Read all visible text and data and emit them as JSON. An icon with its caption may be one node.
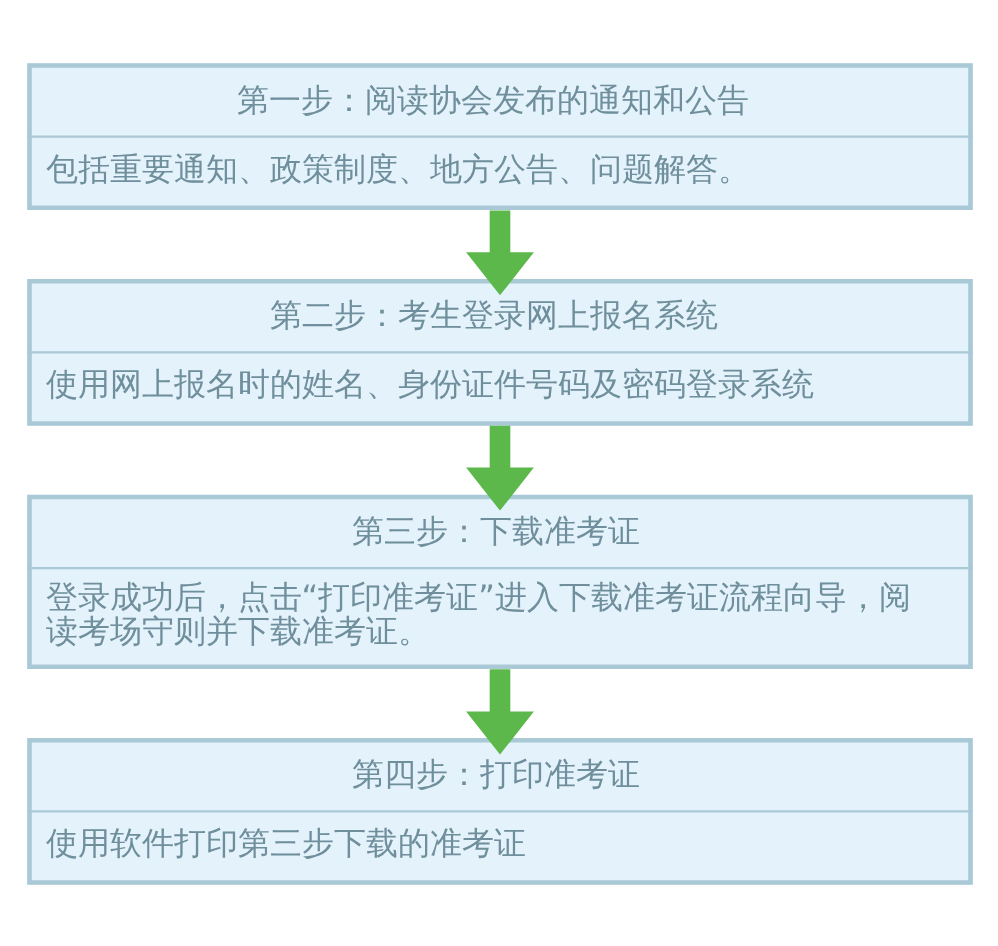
{
  "diagram": {
    "nodes": [
      {
        "text": [
          "第一步：阅读协会发布的通知和公告",
          "包括重要通知、政策制度、地方公告、问题解答。"
        ]
      },
      {
        "text": [
          "第二步：考生登录网上报名系统",
          "使用网上报名时的姓名、身份证件号码及密码登录系统"
        ]
      },
      {
        "text": [
          "第三步：下载准考证",
          "登录成功后，点击“打印准考证”进入下载准考证流程向导，阅读考场守则并下载准考证。"
        ]
      },
      {
        "text": [
          "第四步：打印准考证",
          "使用软件打印第三步下载的准考证"
        ]
      }
    ],
    "edges": [
      {
        "from": 0,
        "to": 1,
        "arrow": "to"
      },
      {
        "from": 1,
        "to": 2,
        "arrow": "to"
      },
      {
        "from": 2,
        "to": 3,
        "arrow": "to"
      }
    ]
  }
}
